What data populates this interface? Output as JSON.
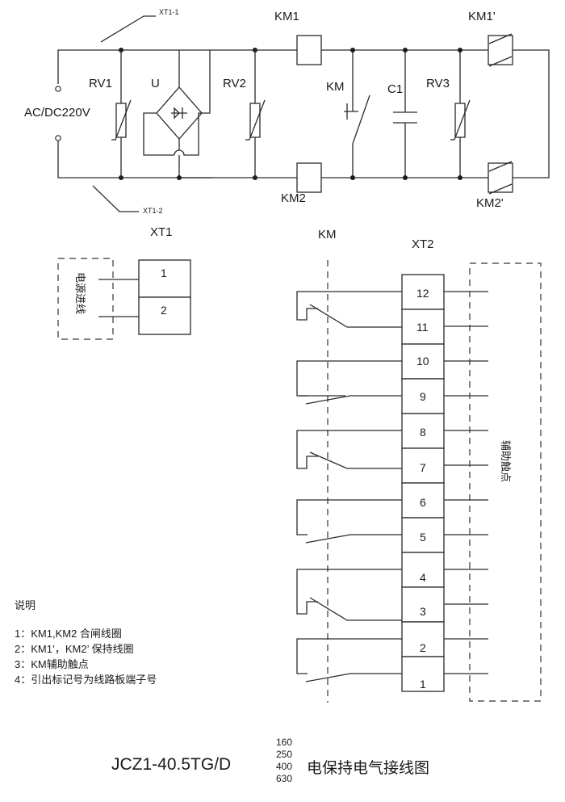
{
  "labels": {
    "xt1_1": "XT1-1",
    "xt1_2": "XT1-2",
    "supply": "AC/DC220V",
    "rv1": "RV1",
    "u": "U",
    "rv2": "RV2",
    "km1": "KM1",
    "km": "KM",
    "c1": "C1",
    "rv3": "RV3",
    "km1p": "KM1'",
    "km2": "KM2",
    "km2p": "KM2'",
    "xt1": "XT1",
    "km_aux": "KM",
    "xt2": "XT2",
    "power_in": "电源进线",
    "aux_contacts": "辅助触点"
  },
  "xt1_terminals": [
    "1",
    "2"
  ],
  "xt2_terminals": [
    "12",
    "11",
    "10",
    "9",
    "8",
    "7",
    "6",
    "5",
    "4",
    "3",
    "2",
    "1"
  ],
  "notes": {
    "heading": "说明",
    "items": [
      "1：KM1,KM2 合闸线圈",
      "2：KM1’，KM2’   保持线圈",
      "3：KM辅助触点",
      "4：引出标记号为线路板端子号"
    ]
  },
  "model": {
    "code": "JCZ1-40.5TG/D",
    "ratings": [
      "160",
      "250",
      "400",
      "630"
    ],
    "suffix": "电保持电气接线图"
  }
}
